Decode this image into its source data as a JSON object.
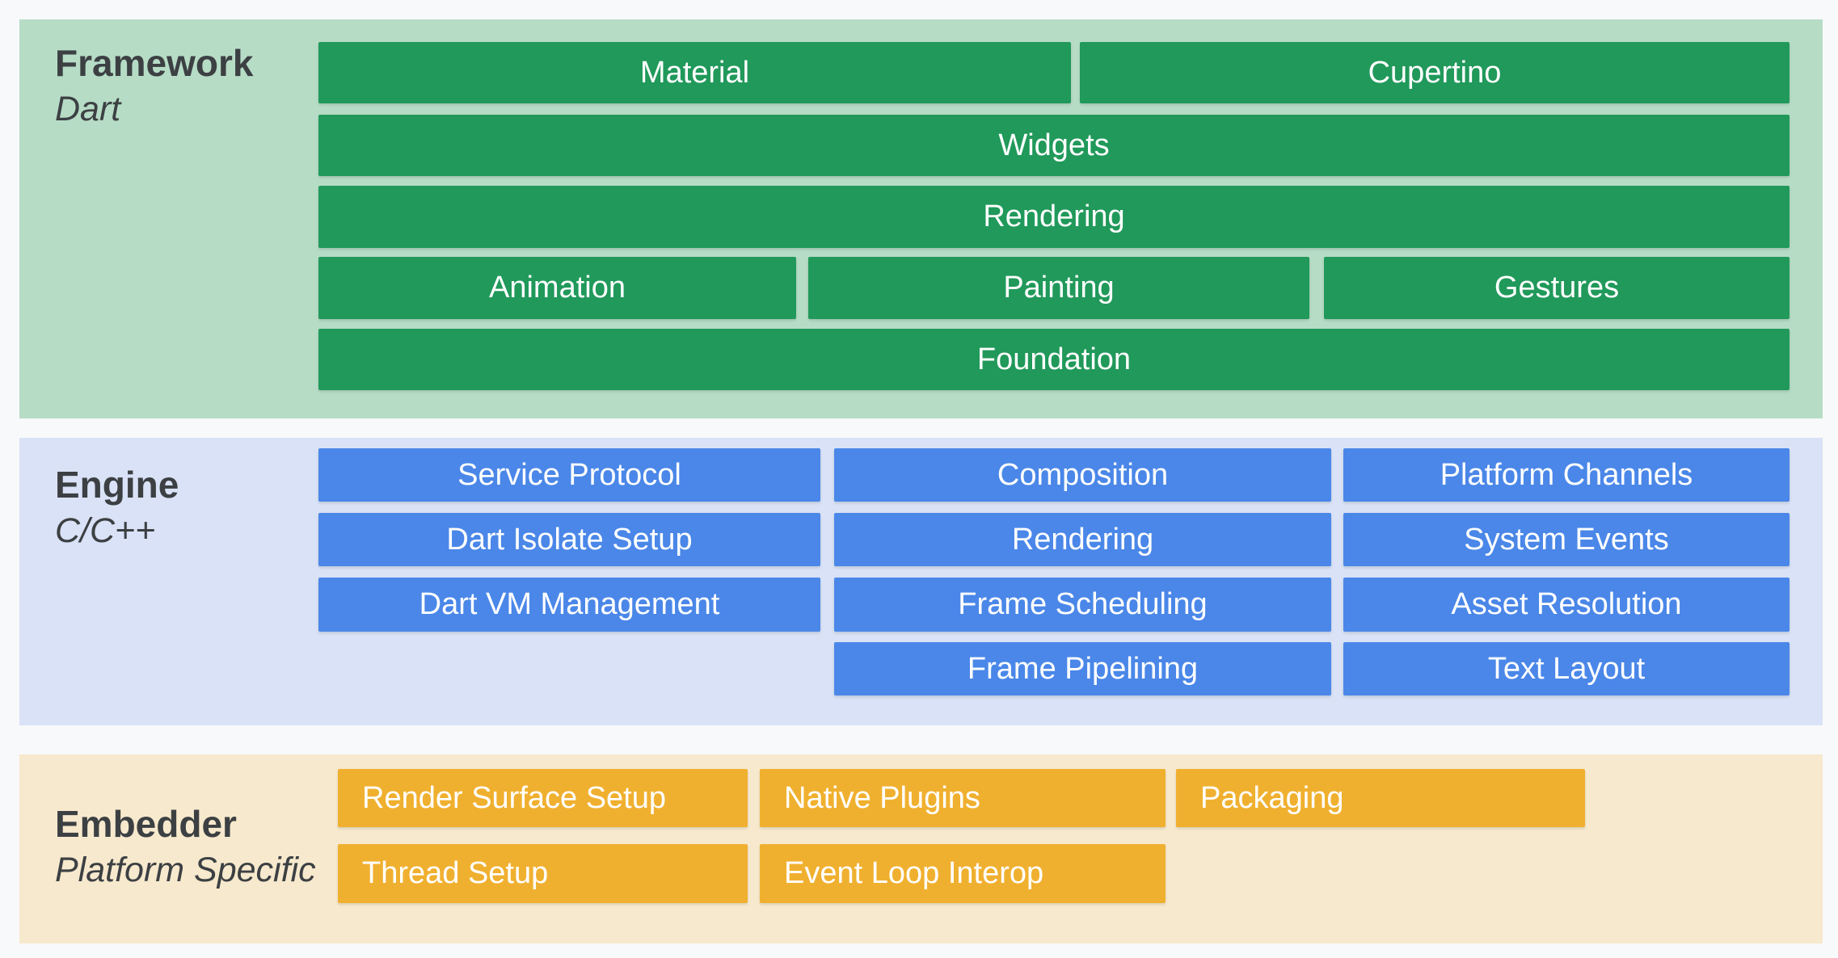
{
  "colors": {
    "page_background": "#f8f9fa",
    "label_text": "#3c4043",
    "bar_text": "#ffffff",
    "framework_background": "#b6dcc6",
    "framework_bar": "#20995a",
    "engine_background": "#d9e2f6",
    "engine_bar": "#4a87e8",
    "embedder_background": "#f7e9cd",
    "embedder_bar": "#f0b02f"
  },
  "layers": [
    {
      "name": "Framework",
      "subtitle": "Dart",
      "rows": [
        [
          "Material",
          "Cupertino"
        ],
        [
          "Widgets"
        ],
        [
          "Rendering"
        ],
        [
          "Animation",
          "Painting",
          "Gestures"
        ],
        [
          "Foundation"
        ]
      ]
    },
    {
      "name": "Engine",
      "subtitle": "C/C++",
      "columns": [
        [
          "Service Protocol",
          "Dart Isolate Setup",
          "Dart VM Management"
        ],
        [
          "Composition",
          "Rendering",
          "Frame Scheduling",
          "Frame Pipelining"
        ],
        [
          "Platform Channels",
          "System Events",
          "Asset Resolution",
          "Text Layout"
        ]
      ]
    },
    {
      "name": "Embedder",
      "subtitle": "Platform Specific",
      "rows": [
        [
          "Render Surface Setup",
          "Native Plugins",
          "Packaging"
        ],
        [
          "Thread Setup",
          "Event Loop Interop"
        ]
      ]
    }
  ]
}
